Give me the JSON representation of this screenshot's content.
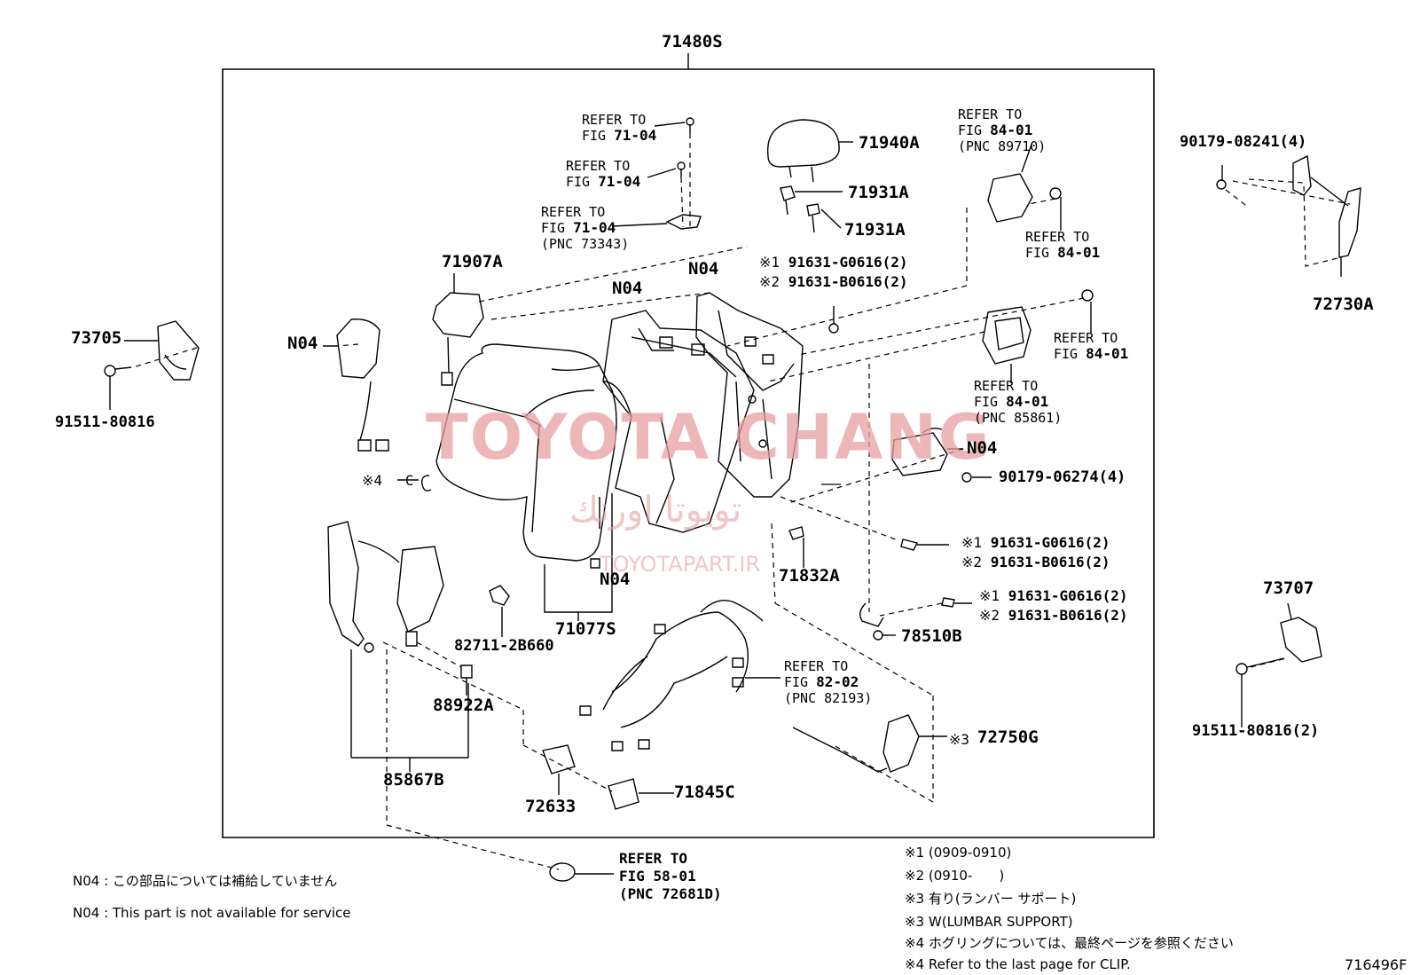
{
  "assembly_number": "71480S",
  "parts": {
    "p71940A": "71940A",
    "p71931A_1": "71931A",
    "p71931A_2": "71931A",
    "p71907A": "71907A",
    "p73705": "73705",
    "p91511": "91511-80816",
    "p90179_top": "90179-08241(4)",
    "p72730A": "72730A",
    "n04_top": "N04",
    "n04_mid": "N04",
    "n04_left": "N04",
    "n04_right": "N04",
    "n04_bottom": "N04",
    "p90179_mid": "90179-06274(4)",
    "p71832A": "71832A",
    "p78510B": "78510B",
    "p73707": "73707",
    "p91511_2": "91511-80816(2)",
    "p71077S": "71077S",
    "p82711": "82711-2B660",
    "p88922A": "88922A",
    "p85867B": "85867B",
    "p72633": "72633",
    "p71845C": "71845C",
    "p72750G": "72750G",
    "diagram_id": "716496F"
  },
  "callouts": {
    "c1a": {
      "mark": "※1",
      "text": "91631-G0616(2)"
    },
    "c2a": {
      "mark": "※2",
      "text": "91631-B0616(2)"
    },
    "c1b": {
      "mark": "※1",
      "text": "91631-G0616(2)"
    },
    "c2b": {
      "mark": "※2",
      "text": "91631-B0616(2)"
    },
    "c1c": {
      "mark": "※1",
      "text": "91631-G0616(2)"
    },
    "c2c": {
      "mark": "※2",
      "text": "91631-B0616(2)"
    },
    "c3": {
      "mark": "※3"
    },
    "c4": {
      "mark": "※4",
      "text": "C"
    }
  },
  "refs": {
    "r1": {
      "line1": "REFER TO",
      "line2a": "FIG ",
      "line2b": "71-04"
    },
    "r2": {
      "line1": "REFER TO",
      "line2a": "FIG ",
      "line2b": "71-04"
    },
    "r3": {
      "line1": "REFER TO",
      "line2a": "FIG ",
      "line2b": "71-04",
      "line3": "(PNC 73343)"
    },
    "r4": {
      "line1": "REFER TO",
      "line2a": "FIG ",
      "line2b": "84-01",
      "line3": "(PNC 89710)"
    },
    "r5": {
      "line1": "REFER TO",
      "line2a": "FIG ",
      "line2b": "84-01"
    },
    "r6": {
      "line1": "REFER TO",
      "line2a": "FIG ",
      "line2b": "84-01"
    },
    "r7": {
      "line1": "REFER TO",
      "line2a": "FIG ",
      "line2b": "84-01",
      "line3": "(PNC 85861)"
    },
    "r8": {
      "line1": "REFER TO",
      "line2a": "FIG ",
      "line2b": "82-02",
      "line3": "(PNC 82193)"
    },
    "r9": {
      "line1": "REFER TO",
      "line2": "FIG 58-01",
      "line3": "(PNC 72681D)"
    }
  },
  "notes_left": [
    "N04 : この部品については補給していません",
    "N04 : This part is not available for service"
  ],
  "notes_right": [
    "※1 (0909-0910)",
    "※2 (0910-　　)",
    "※3 有り(ランバー サポート)",
    "※3 W(LUMBAR SUPPORT)",
    "※4 ホグリングについては、最終ページを参照ください",
    "※4 Refer to the last page for CLIP."
  ],
  "watermark": {
    "main": "TOYOTA CHANG",
    "arabic": "تويوتا اورنك",
    "site": "TOYOTAPART.IR",
    "color": "#e8a0a4"
  }
}
